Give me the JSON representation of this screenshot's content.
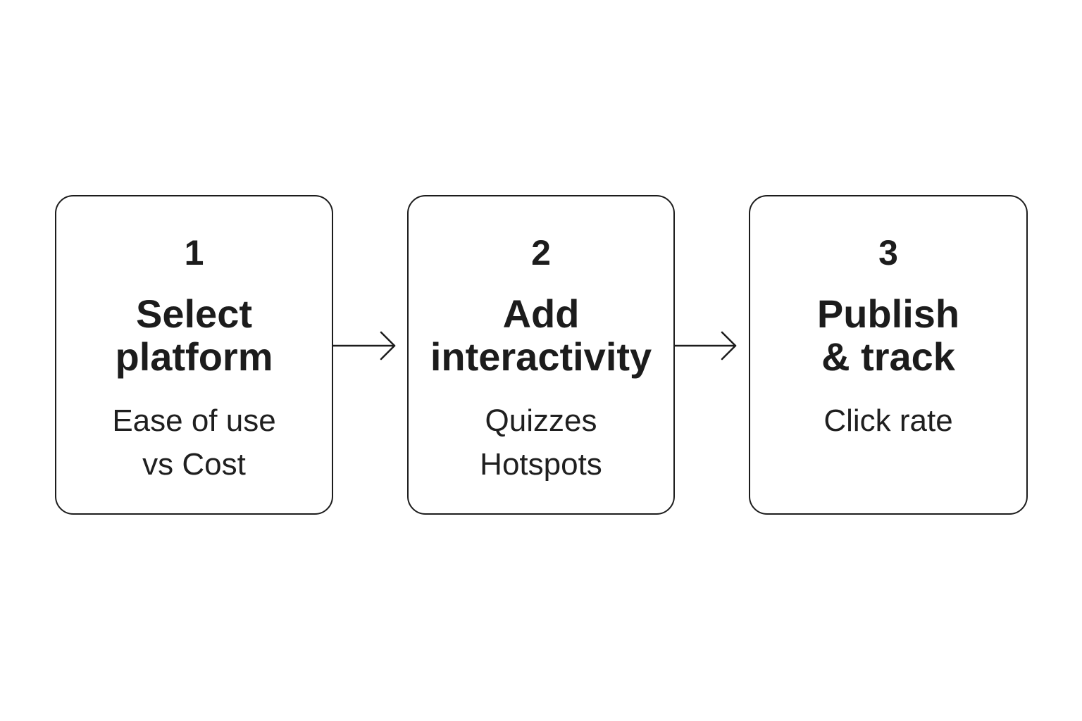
{
  "steps": [
    {
      "number": "1",
      "title_lines": [
        "Select",
        "platform"
      ],
      "detail_lines": [
        "Ease of use",
        "vs Cost"
      ]
    },
    {
      "number": "2",
      "title_lines": [
        "Add",
        "interactivity"
      ],
      "detail_lines": [
        "Quizzes",
        "Hotspots"
      ]
    },
    {
      "number": "3",
      "title_lines": [
        "Publish",
        "& track"
      ],
      "detail_lines": [
        "Click rate"
      ]
    }
  ],
  "colors": {
    "stroke": "#1c1c1c",
    "background": "#ffffff"
  },
  "icons": [
    "arrow-right-icon",
    "arrow-right-icon"
  ]
}
